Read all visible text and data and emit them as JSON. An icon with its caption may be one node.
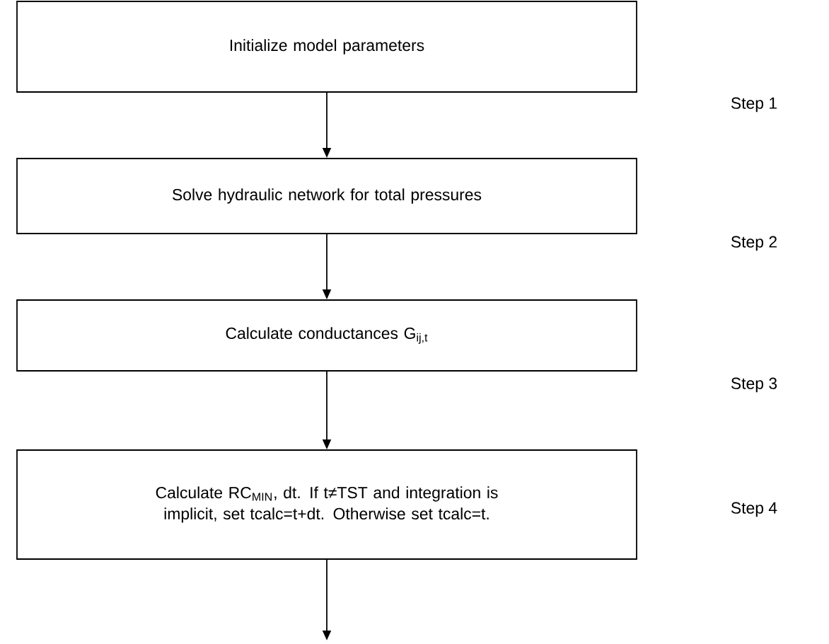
{
  "diagram": {
    "nodes": [
      {
        "text": [
          "Initialize model parameters"
        ]
      },
      {
        "text": [
          "Solve hydraulic network for total pressures"
        ]
      },
      {
        "text": [
          "Calculate conductances G$_{ij,t}$"
        ]
      },
      {
        "text": [
          "Calculate RC$_{MIN}$, dt. If t≠TST and integration is implicit, set tcalc=t+dt. Otherwise set tcalc=t."
        ]
      }
    ],
    "edges": [
      {
        "from": 0,
        "to": 1,
        "arrow": "to"
      },
      {
        "from": 1,
        "to": 2,
        "arrow": "to"
      },
      {
        "from": 2,
        "to": 3,
        "arrow": "to"
      },
      {
        "from": 3,
        "to": null,
        "arrow": "to"
      }
    ],
    "labels": [
      "Step 1",
      "Step 2",
      "Step 3",
      "Step 4"
    ]
  }
}
